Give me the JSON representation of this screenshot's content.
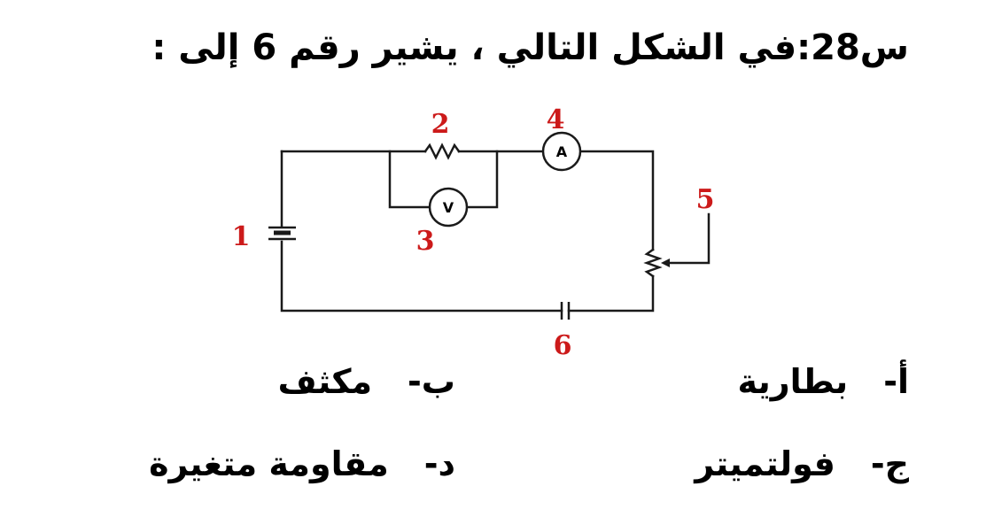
{
  "question": {
    "text": "س28:في الشكل التالي ،  يشير رقم 6 إلى :"
  },
  "diagram": {
    "labels": {
      "battery": "1",
      "resistor": "2",
      "voltmeter": "3",
      "ammeter": "4",
      "rheostat": "5",
      "capacitor": "6"
    },
    "meters": {
      "ammeter_symbol": "A",
      "voltmeter_symbol": "V"
    },
    "colors": {
      "label": "#cc1a1a",
      "wire": "#1a1a1a"
    }
  },
  "choices": [
    {
      "letter": "أ-",
      "text": "بطارية"
    },
    {
      "letter": "ب-",
      "text": "مكثف"
    },
    {
      "letter": "ج-",
      "text": "فولتميتر"
    },
    {
      "letter": "د-",
      "text": "مقاومة متغيرة"
    }
  ]
}
